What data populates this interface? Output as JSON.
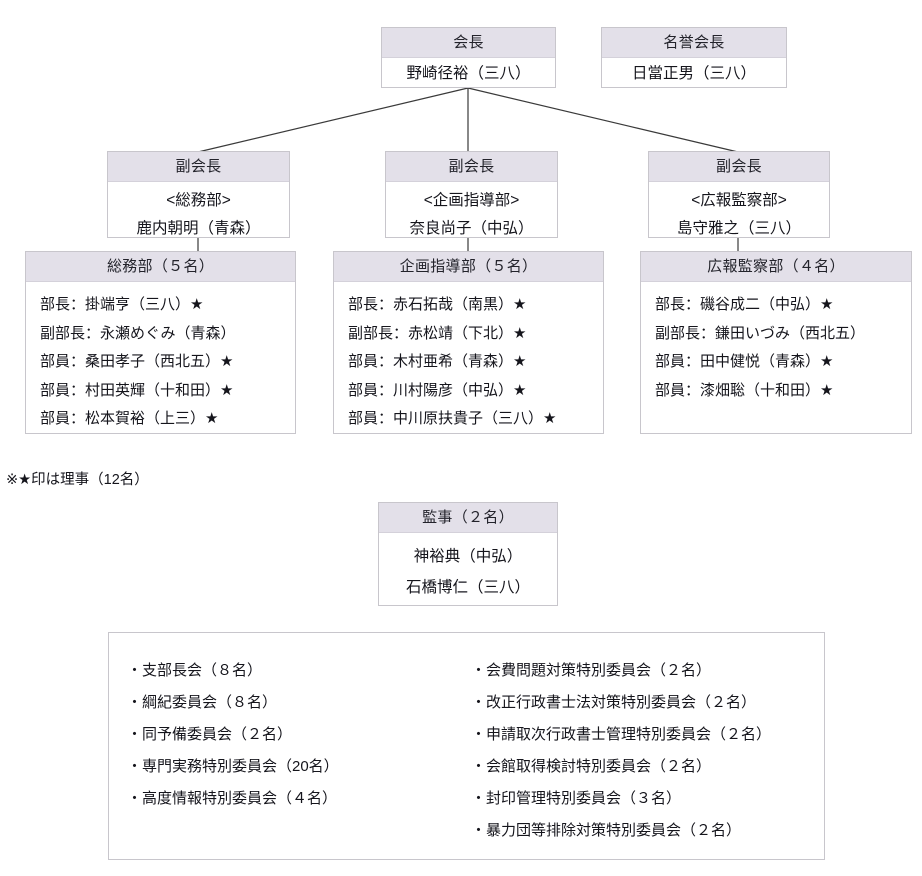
{
  "chart_title": "",
  "nodes": {
    "president": {
      "title": "会長",
      "name": "野崎径裕（三八）"
    },
    "honorary_president": {
      "title": "名誉会長",
      "name": "日當正男（三八）"
    },
    "vice_presidents": [
      {
        "title": "副会長",
        "dept": "<総務部>",
        "name": "鹿内朝明（青森）"
      },
      {
        "title": "副会長",
        "dept": "<企画指導部>",
        "name": "奈良尚子（中弘）"
      },
      {
        "title": "副会長",
        "dept": "<広報監察部>",
        "name": "島守雅之（三八）"
      }
    ],
    "departments": [
      {
        "header": "総務部（５名）",
        "members": [
          "部長：掛端亨（三八）★",
          "副部長：永瀬めぐみ（青森）",
          "部員：桑田孝子（西北五）★",
          "部員：村田英輝（十和田）★",
          "部員：松本賀裕（上三）★"
        ]
      },
      {
        "header": "企画指導部（５名）",
        "members": [
          "部長：赤石拓哉（南黒）★",
          "副部長：赤松靖（下北）★",
          "部員：木村亜希（青森）★",
          "部員：川村陽彦（中弘）★",
          "部員：中川原扶貴子（三八）★"
        ]
      },
      {
        "header": "広報監察部（４名）",
        "members": [
          "部長：磯谷成二（中弘）★",
          "副部長：鎌田いづみ（西北五）",
          "部員：田中健悦（青森）★",
          "部員：漆畑聡（十和田）★"
        ]
      }
    ],
    "auditors": {
      "header": "監事（２名）",
      "members": [
        "神裕典（中弘）",
        "石橋博仁（三八）"
      ]
    }
  },
  "note": "※★印は理事（12名）",
  "committees": {
    "left": [
      "・支部長会（８名）",
      "・綱紀委員会（８名）",
      "・同予備委員会（２名）",
      "・専門実務特別委員会（20名）",
      "・高度情報特別委員会（４名）"
    ],
    "right": [
      "・会費問題対策特別委員会（２名）",
      "・改正行政書士法対策特別委員会（２名）",
      "・申請取次行政書士管理特別委員会（２名）",
      "・会館取得検討特別委員会（２名）",
      "・封印管理特別委員会（３名）",
      "・暴力団等排除対策特別委員会（２名）"
    ]
  },
  "colors": {
    "header_fill": "#e3e0e9",
    "border": "#c8c6cc",
    "line": "#3a3a3a",
    "text": "#15151c"
  }
}
